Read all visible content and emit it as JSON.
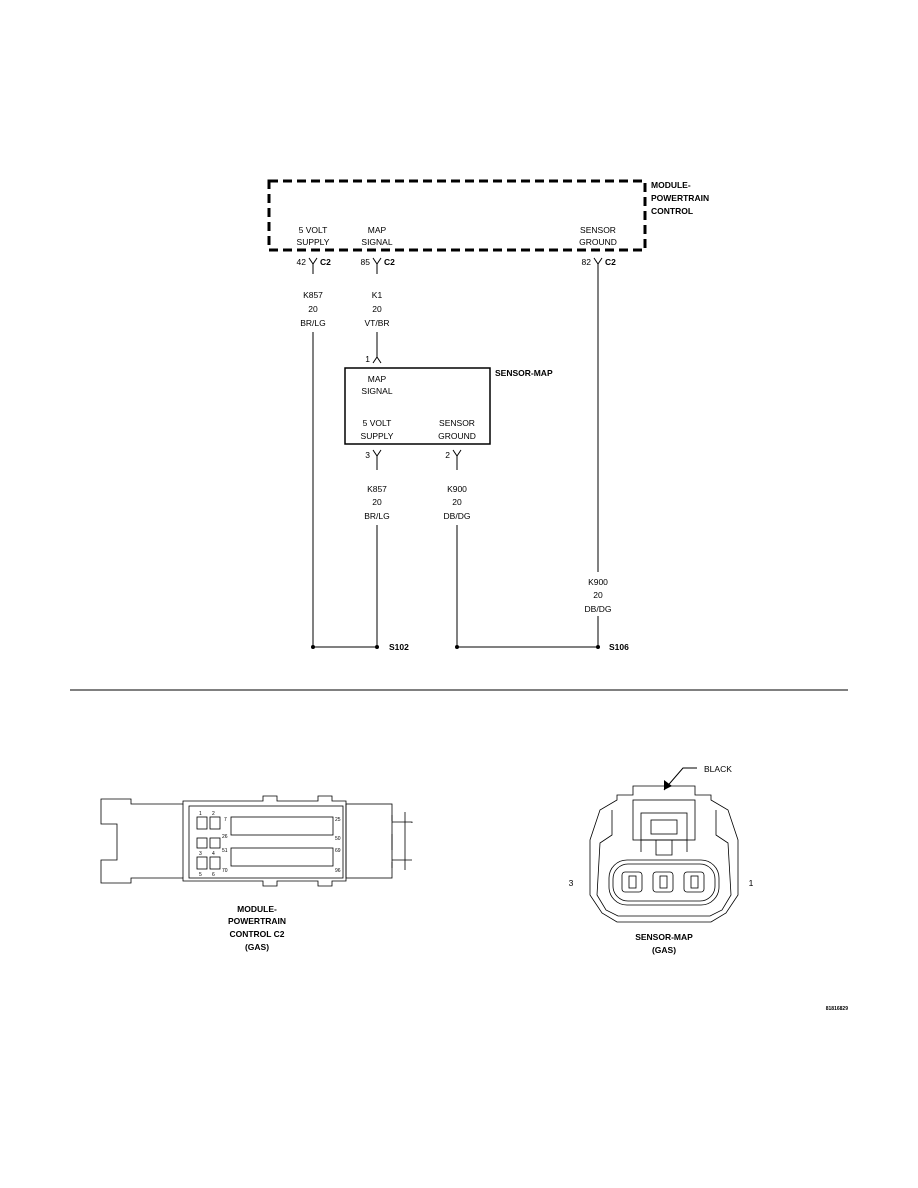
{
  "pcm": {
    "name_lines": [
      "MODULE-",
      "POWERTRAIN",
      "CONTROL"
    ],
    "pins": [
      {
        "label_lines": [
          "5 VOLT",
          "SUPPLY"
        ],
        "pin": "42",
        "connector": "C2",
        "circuit": "K857",
        "gauge": "20",
        "color": "BR/LG"
      },
      {
        "label_lines": [
          "MAP",
          "SIGNAL"
        ],
        "pin": "85",
        "connector": "C2",
        "circuit": "K1",
        "gauge": "20",
        "color": "VT/BR"
      },
      {
        "label_lines": [
          "SENSOR",
          "GROUND"
        ],
        "pin": "82",
        "connector": "C2",
        "circuit": "K900",
        "gauge": "20",
        "color": "DB/DG"
      }
    ]
  },
  "sensor": {
    "name": "SENSOR-MAP",
    "map_signal": {
      "label_lines": [
        "MAP",
        "SIGNAL"
      ],
      "pin": "1"
    },
    "supply": {
      "label_lines": [
        "5 VOLT",
        "SUPPLY"
      ],
      "pin": "3",
      "circuit": "K857",
      "gauge": "20",
      "color": "BR/LG"
    },
    "ground": {
      "label_lines": [
        "SENSOR",
        "GROUND"
      ],
      "pin": "2",
      "circuit": "K900",
      "gauge": "20",
      "color": "DB/DG"
    }
  },
  "splices": {
    "s102": "S102",
    "s106": "S106"
  },
  "connector_views": {
    "pcm_c2": {
      "caption_lines": [
        "MODULE-",
        "POWERTRAIN",
        "CONTROL C2",
        "(GAS)"
      ],
      "cavity_numbers": [
        "1",
        "2",
        "3",
        "4",
        "5",
        "6"
      ],
      "row_numbers": [
        "7",
        "26",
        "51",
        "70",
        "25",
        "50",
        "69",
        "96"
      ]
    },
    "sensor_map": {
      "caption_lines": [
        "SENSOR-MAP",
        "(GAS)"
      ],
      "callout": "BLACK",
      "left_pin": "3",
      "right_pin": "1"
    }
  },
  "figure_id": "81816829"
}
